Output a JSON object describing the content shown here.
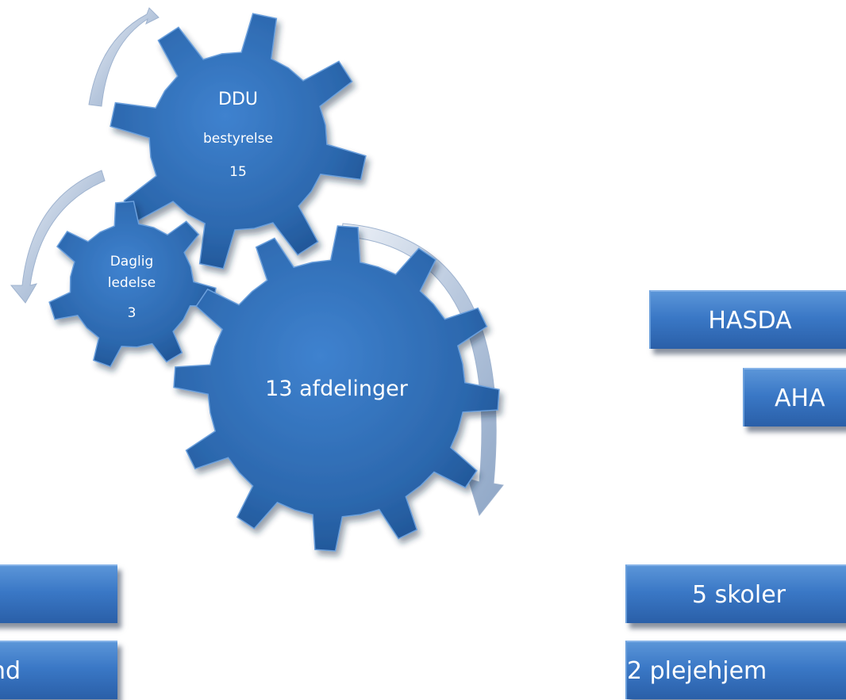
{
  "gears": {
    "top": {
      "line1": "DDU",
      "line2": "bestyrelse",
      "line3": "15"
    },
    "small": {
      "line1": "Daglig",
      "line2": "ledelse",
      "line3": "3"
    },
    "large": {
      "label": "13 afdelinger"
    }
  },
  "boxes": {
    "right": [
      {
        "label": "HASDA"
      },
      {
        "label": "AHA"
      },
      {
        "label": "5 skoler"
      },
      {
        "label": "2 plejehjem"
      }
    ],
    "left": [
      {
        "label": ""
      },
      {
        "label": "nd"
      }
    ]
  },
  "colors": {
    "gear_fill": "#2f6db5",
    "box_fill": "#3a78c6",
    "arrow": "#b8c8de"
  }
}
